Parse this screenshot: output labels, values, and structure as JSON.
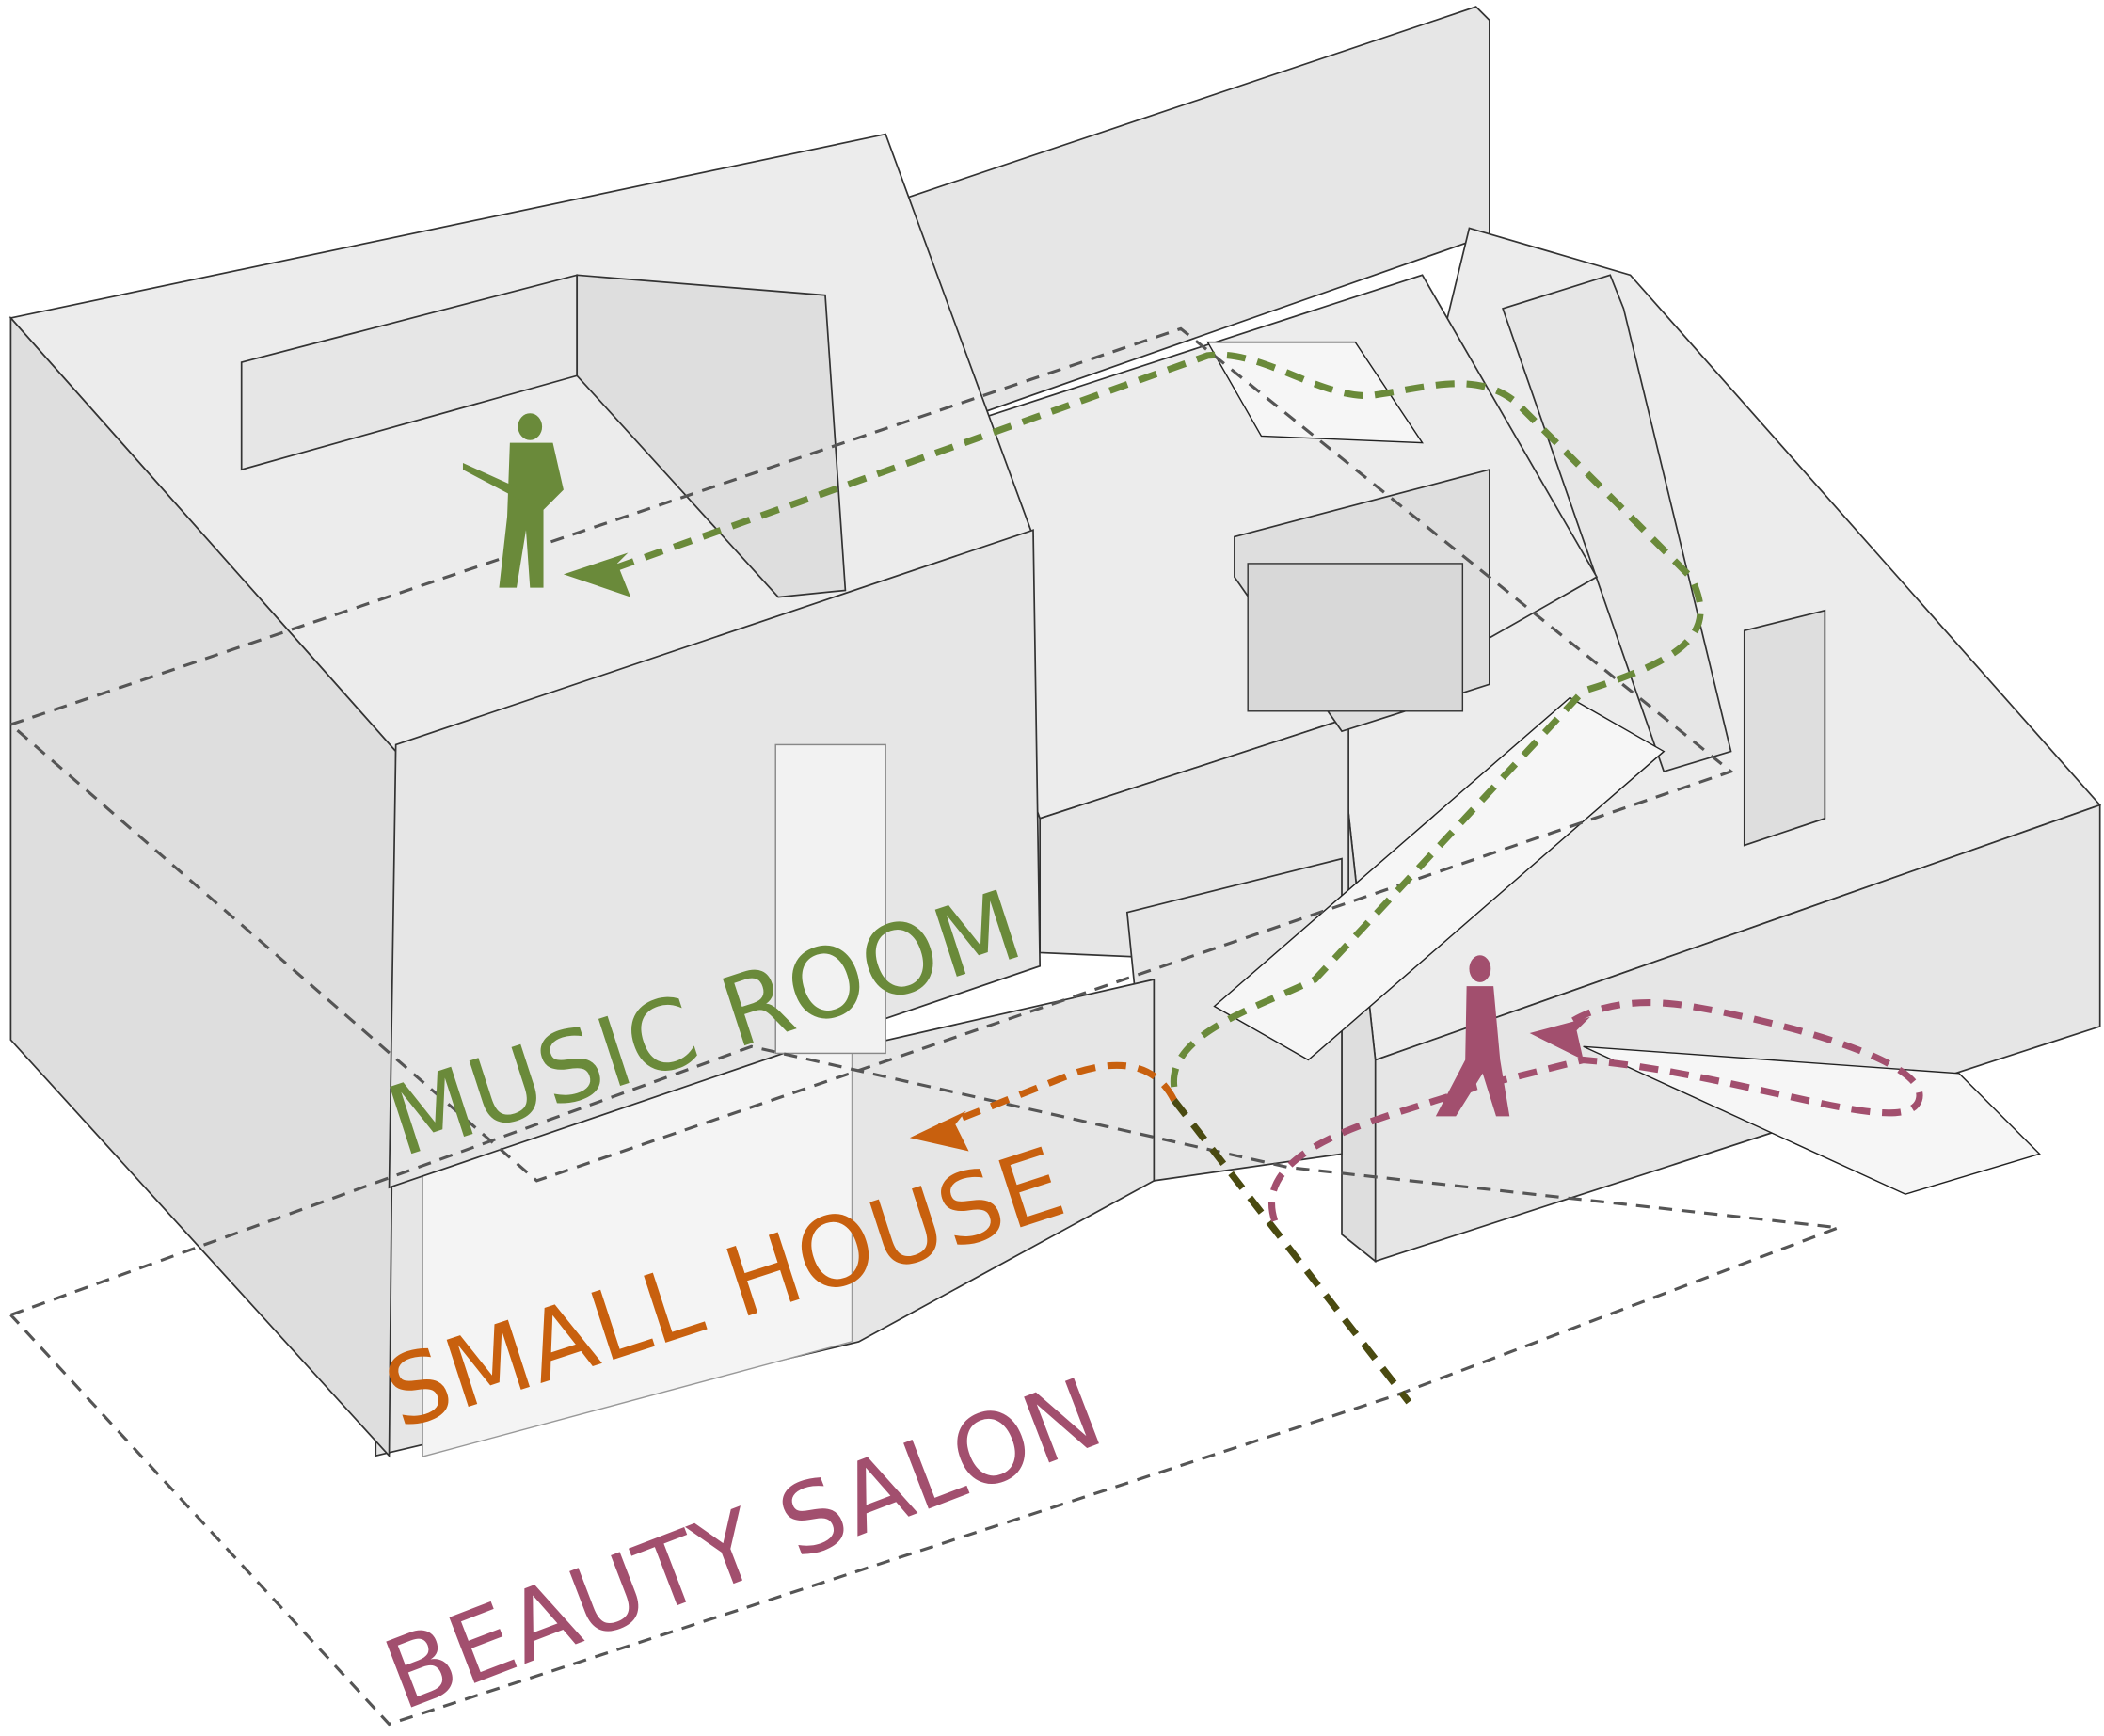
{
  "labels": {
    "music_room": "MUSIC ROOM",
    "small_house": "SMALL HOUSE",
    "beauty_salon": "BEAUTY SALON"
  },
  "signage_text": "BEAUTY SALON",
  "colors": {
    "music_room": "#6a8a3a",
    "small_house": "#c8600e",
    "beauty_salon": "#a24f6e",
    "shared_path": "#4a4a10"
  },
  "figures": [
    "guitarist-silhouette",
    "walking-woman-silhouette"
  ]
}
